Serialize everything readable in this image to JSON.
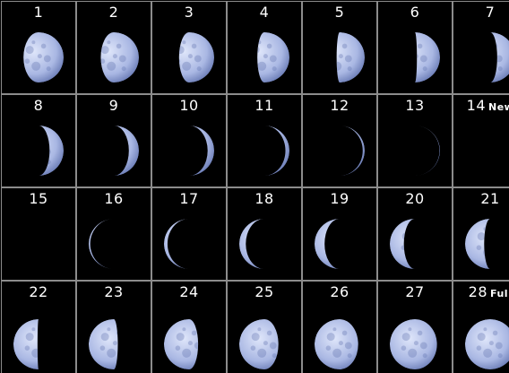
{
  "colors": {
    "background": "#000000",
    "grid_line": "#8c8c8c",
    "label": "#ffffff",
    "moon_light": "#dfe6fa",
    "moon_mid": "#a9b7e3",
    "moon_dark": "#6274b0"
  },
  "days": [
    {
      "number": "1",
      "tag": "",
      "illumination": 0.8,
      "waxing": false
    },
    {
      "number": "2",
      "tag": "",
      "illumination": 0.76,
      "waxing": false
    },
    {
      "number": "3",
      "tag": "",
      "illumination": 0.7,
      "waxing": false
    },
    {
      "number": "4",
      "tag": "",
      "illumination": 0.64,
      "waxing": false
    },
    {
      "number": "5",
      "tag": "",
      "illumination": 0.56,
      "waxing": false
    },
    {
      "number": "6",
      "tag": "",
      "illumination": 0.46,
      "waxing": false
    },
    {
      "number": "7",
      "tag": "",
      "illumination": 0.36,
      "waxing": false
    },
    {
      "number": "8",
      "tag": "",
      "illumination": 0.28,
      "waxing": false
    },
    {
      "number": "9",
      "tag": "",
      "illumination": 0.2,
      "waxing": false
    },
    {
      "number": "10",
      "tag": "",
      "illumination": 0.13,
      "waxing": false
    },
    {
      "number": "11",
      "tag": "",
      "illumination": 0.08,
      "waxing": false
    },
    {
      "number": "12",
      "tag": "",
      "illumination": 0.04,
      "waxing": false
    },
    {
      "number": "13",
      "tag": "",
      "illumination": 0.01,
      "waxing": false
    },
    {
      "number": "14",
      "tag": "New",
      "illumination": 0.0,
      "waxing": true
    },
    {
      "number": "15",
      "tag": "",
      "illumination": 0.0,
      "waxing": true
    },
    {
      "number": "16",
      "tag": "",
      "illumination": 0.03,
      "waxing": true
    },
    {
      "number": "17",
      "tag": "",
      "illumination": 0.07,
      "waxing": true
    },
    {
      "number": "18",
      "tag": "",
      "illumination": 0.13,
      "waxing": true
    },
    {
      "number": "19",
      "tag": "",
      "illumination": 0.2,
      "waxing": true
    },
    {
      "number": "20",
      "tag": "",
      "illumination": 0.28,
      "waxing": true
    },
    {
      "number": "21",
      "tag": "",
      "illumination": 0.38,
      "waxing": true
    },
    {
      "number": "22",
      "tag": "",
      "illumination": 0.48,
      "waxing": true
    },
    {
      "number": "23",
      "tag": "",
      "illumination": 0.58,
      "waxing": true
    },
    {
      "number": "24",
      "tag": "",
      "illumination": 0.68,
      "waxing": true
    },
    {
      "number": "25",
      "tag": "",
      "illumination": 0.78,
      "waxing": true
    },
    {
      "number": "26",
      "tag": "",
      "illumination": 0.87,
      "waxing": true
    },
    {
      "number": "27",
      "tag": "",
      "illumination": 0.94,
      "waxing": true
    },
    {
      "number": "28",
      "tag": "Full",
      "illumination": 1.0,
      "waxing": true
    }
  ]
}
